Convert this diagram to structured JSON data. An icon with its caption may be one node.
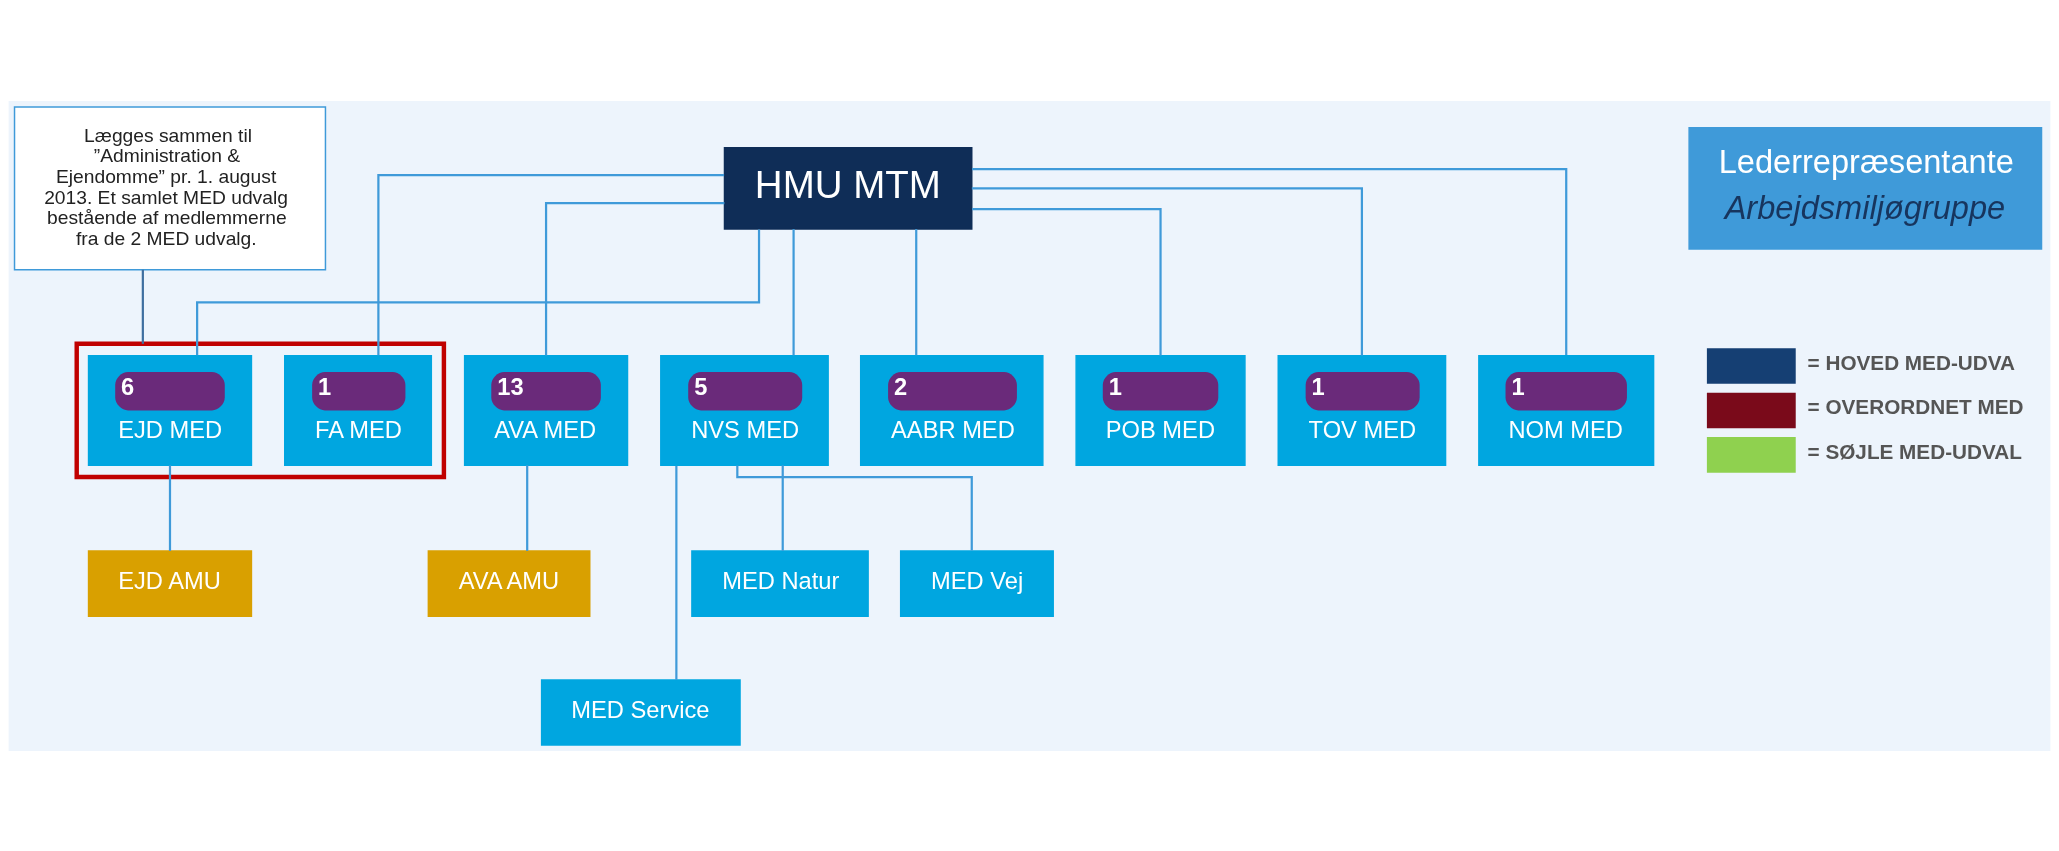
{
  "diagram": {
    "nodes": [
      {
        "text": [
          "HMU MTM"
        ]
      },
      {
        "text": [
          "Lægges sammen til ”Administration & Ejendomme” pr. 1. august 2013. Et samlet MED udvalg bestående af medlemmerne fra de 2 MED udvalg."
        ]
      },
      {
        "text": [
          "Lederrepræsentante",
          "Arbejdsmiljøgruppe"
        ]
      },
      {
        "text": [
          "13",
          "AVA MED"
        ]
      },
      {
        "text": [],
        "shape": "box"
      },
      {
        "text": [
          "6",
          "EJD MED"
        ],
        "in": 4
      },
      {
        "text": [
          "1",
          "FA MED"
        ],
        "in": 4
      },
      {
        "text": [
          "5",
          "NVS MED"
        ]
      },
      {
        "text": [
          "2",
          "AABR MED"
        ]
      },
      {
        "text": [
          "1",
          "POB MED"
        ]
      },
      {
        "text": [
          "1",
          "TOV MED"
        ]
      },
      {
        "text": [
          "1",
          "NOM MED"
        ]
      },
      {
        "text": [
          "AVA AMU"
        ]
      },
      {
        "text": [
          "EJD AMU"
        ]
      },
      {
        "text": [
          "MED Natur"
        ]
      },
      {
        "text": [
          "MED Vej"
        ]
      },
      {
        "text": [
          "MED Service"
        ]
      }
    ],
    "edges": [
      {
        "from": 0,
        "to": 3,
        "arrow": "none"
      },
      {
        "from": 0,
        "to": 5,
        "arrow": "none"
      },
      {
        "from": 0,
        "to": 6,
        "arrow": "none"
      },
      {
        "from": 0,
        "to": 7,
        "arrow": "none"
      },
      {
        "from": 0,
        "to": 8,
        "arrow": "none"
      },
      {
        "from": 0,
        "to": 9,
        "arrow": "none"
      },
      {
        "from": 0,
        "to": 10,
        "arrow": "none"
      },
      {
        "from": 0,
        "to": 11,
        "arrow": "none"
      },
      {
        "from": 3,
        "to": 12,
        "arrow": "none"
      },
      {
        "from": 5,
        "to": 13,
        "arrow": "none"
      },
      {
        "from": 7,
        "to": 14,
        "arrow": "none"
      },
      {
        "from": 7,
        "to": 15,
        "arrow": "none"
      },
      {
        "from": 7,
        "to": 16,
        "arrow": "none"
      },
      {
        "from": 1,
        "to": 4,
        "arrow": "none"
      }
    ],
    "legend": [
      {
        "text": "= HOVED MED-UDVA",
        "color": "#153f73"
      },
      {
        "text": "= OVERORDNET MED",
        "color": "#7a0a1a"
      },
      {
        "text": "= SØJLE MED-UDVAL",
        "color": "#8fd14f"
      }
    ]
  }
}
